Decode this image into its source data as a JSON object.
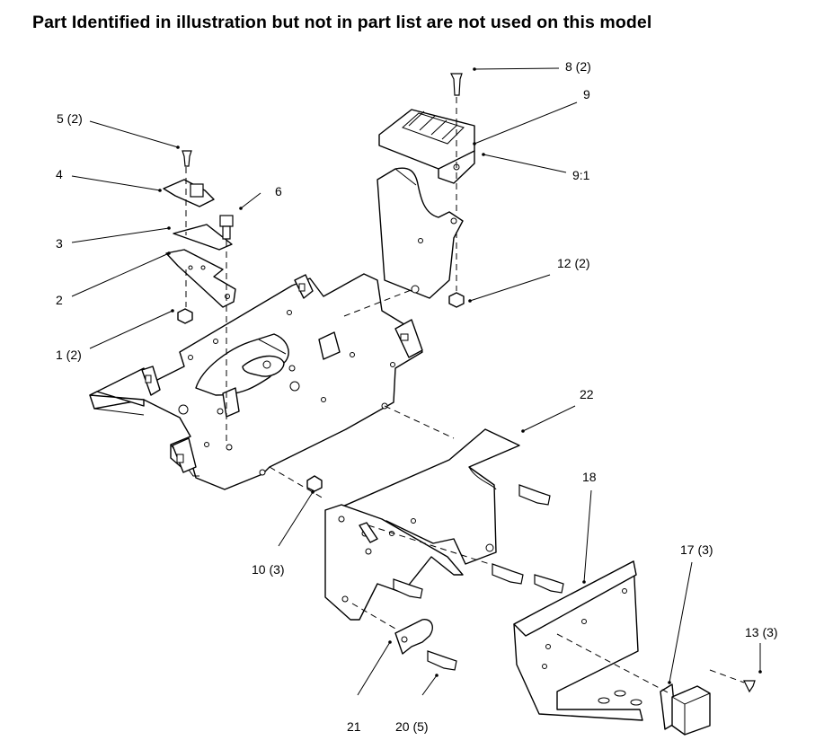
{
  "header": {
    "title": "Part Identified in illustration but not in part list are not used on this model"
  },
  "callouts": [
    {
      "id": "1",
      "label": "1 (2)"
    },
    {
      "id": "2",
      "label": "2"
    },
    {
      "id": "3",
      "label": "3"
    },
    {
      "id": "4",
      "label": "4"
    },
    {
      "id": "5",
      "label": "5 (2)"
    },
    {
      "id": "6",
      "label": "6"
    },
    {
      "id": "8",
      "label": "8 (2)"
    },
    {
      "id": "9",
      "label": "9"
    },
    {
      "id": "9-1",
      "label": "9:1"
    },
    {
      "id": "12",
      "label": "12 (2)"
    },
    {
      "id": "22",
      "label": "22"
    },
    {
      "id": "18",
      "label": "18"
    },
    {
      "id": "17",
      "label": "17 (3)"
    },
    {
      "id": "13",
      "label": "13 (3)"
    },
    {
      "id": "10",
      "label": "10 (3)"
    },
    {
      "id": "21",
      "label": "21"
    },
    {
      "id": "20",
      "label": "20 (5)"
    }
  ]
}
